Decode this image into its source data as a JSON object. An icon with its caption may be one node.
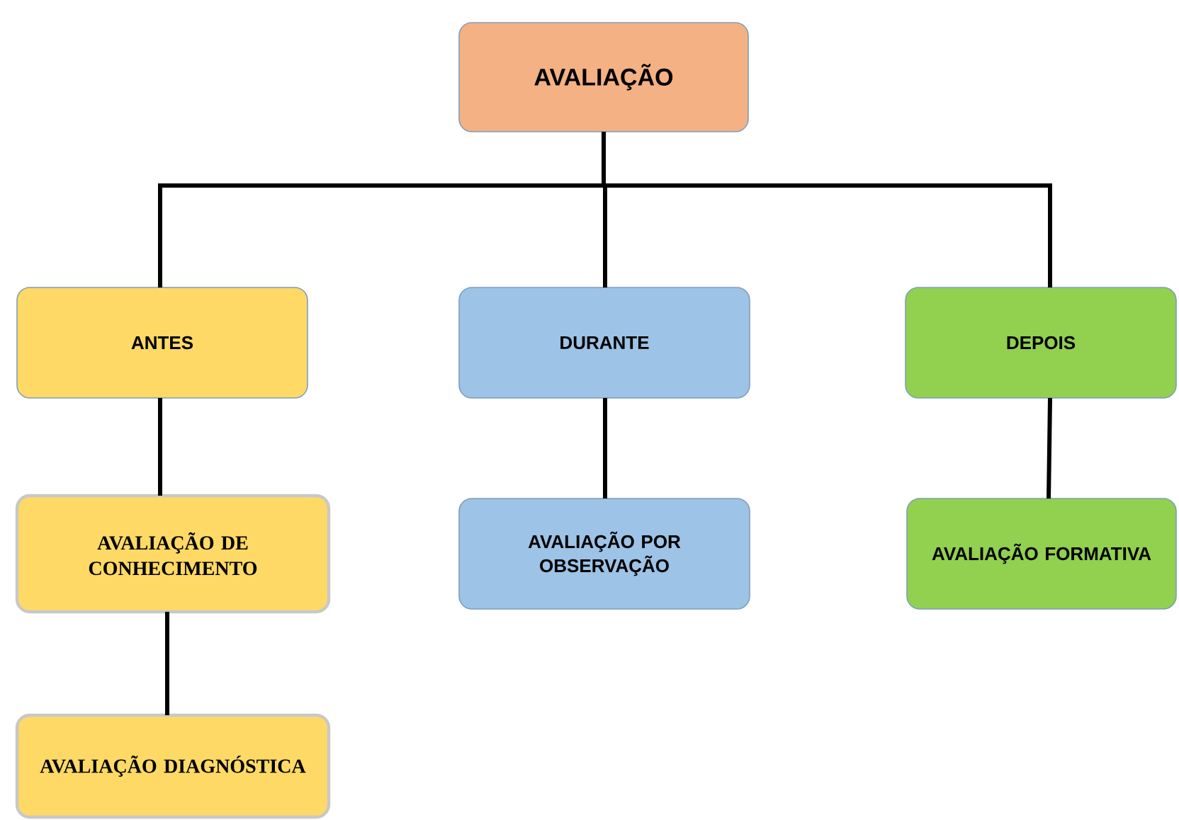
{
  "diagram": {
    "nodes": [
      {
        "text": [
          "AVALIAÇÃO"
        ]
      },
      {
        "text": [
          "ANTES"
        ]
      },
      {
        "text": [
          "DURANTE"
        ]
      },
      {
        "text": [
          "DEPOIS"
        ]
      },
      {
        "text": [
          "AVALIAÇÃO DE CONHECIMENTO"
        ]
      },
      {
        "text": [
          "AVALIAÇÃO POR OBSERVAÇÃO"
        ]
      },
      {
        "text": [
          "AVALIAÇÃO FORMATIVA"
        ]
      },
      {
        "text": [
          "AVALIAÇÃO DIAGNÓSTICA"
        ]
      }
    ],
    "edges": [
      {
        "from": 0,
        "to": 1,
        "arrow": "none"
      },
      {
        "from": 0,
        "to": 2,
        "arrow": "none"
      },
      {
        "from": 0,
        "to": 3,
        "arrow": "none"
      },
      {
        "from": 1,
        "to": 4,
        "arrow": "none"
      },
      {
        "from": 4,
        "to": 7,
        "arrow": "none"
      },
      {
        "from": 2,
        "to": 5,
        "arrow": "none"
      },
      {
        "from": 3,
        "to": 6,
        "arrow": "none"
      }
    ]
  }
}
